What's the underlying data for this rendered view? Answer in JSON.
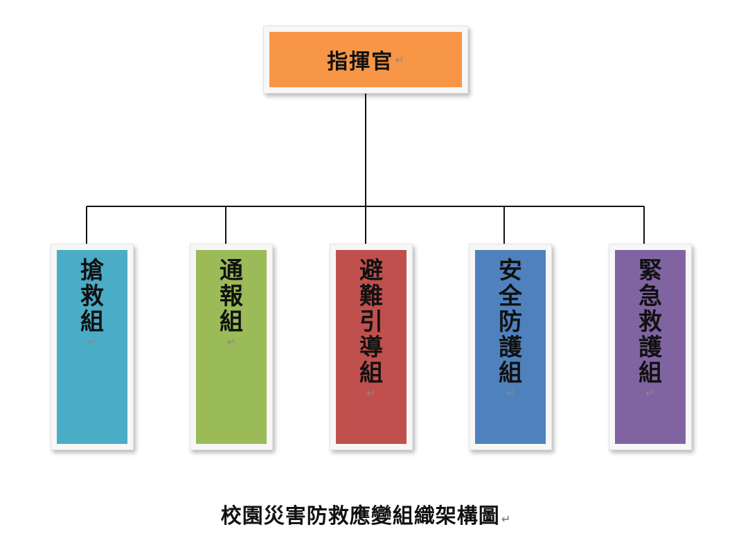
{
  "root": {
    "label": "指揮官",
    "color": "#f79646"
  },
  "groups": [
    {
      "label": "搶救組",
      "color": "#4bacc6"
    },
    {
      "label": "通報組",
      "color": "#9bbb59"
    },
    {
      "label": "避難引導組",
      "color": "#c0504d"
    },
    {
      "label": "安全防護組",
      "color": "#4f81bd"
    },
    {
      "label": "緊急救護組",
      "color": "#8064a2"
    }
  ],
  "paragraph_mark": "↵",
  "caption": "校園災害防救應變組織架構圖"
}
